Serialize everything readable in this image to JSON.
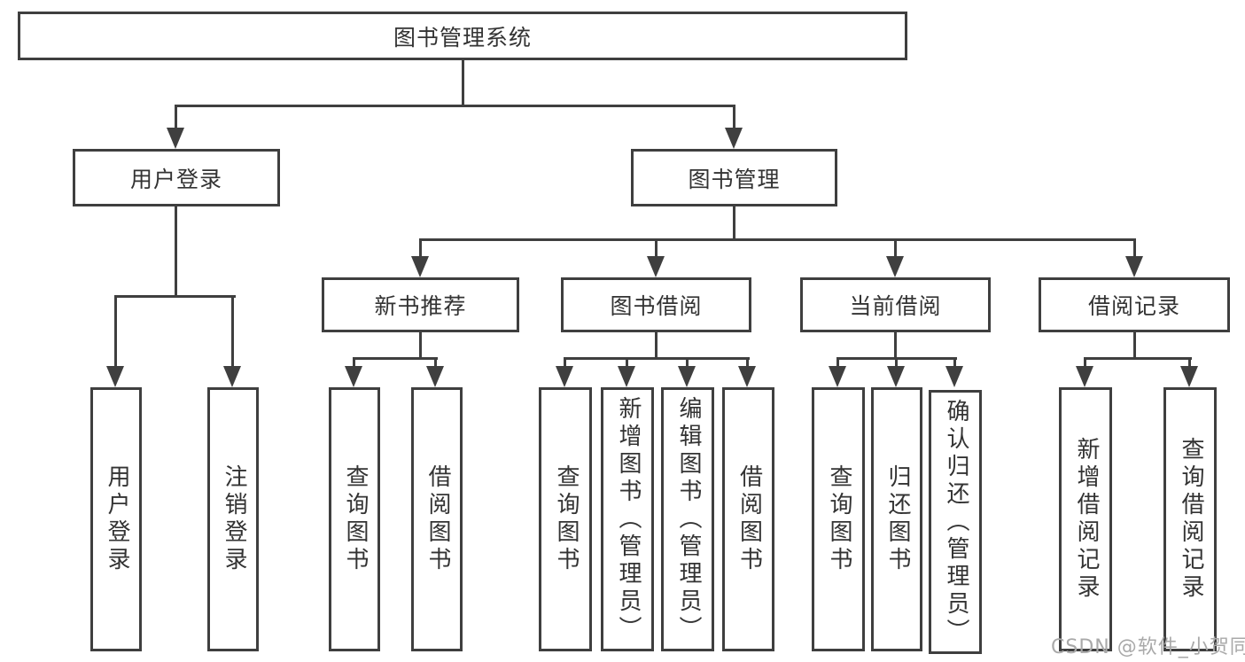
{
  "diagram_title": "图书管理系统",
  "tree": {
    "label": "图书管理系统",
    "children": [
      {
        "label": "用户登录",
        "children": [
          {
            "label": "用户登录"
          },
          {
            "label": "注销登录"
          }
        ]
      },
      {
        "label": "图书管理",
        "children": [
          {
            "label": "新书推荐",
            "children": [
              {
                "label": "查询图书"
              },
              {
                "label": "借阅图书"
              }
            ]
          },
          {
            "label": "图书借阅",
            "children": [
              {
                "label": "查询图书"
              },
              {
                "label": "新增图书（管理员）"
              },
              {
                "label": "编辑图书（管理员）"
              },
              {
                "label": "借阅图书"
              }
            ]
          },
          {
            "label": "当前借阅",
            "children": [
              {
                "label": "查询图书"
              },
              {
                "label": "归还图书"
              },
              {
                "label": "确认归还（管理员）"
              }
            ]
          },
          {
            "label": "借阅记录",
            "children": [
              {
                "label": "新增借阅记录"
              },
              {
                "label": "查询借阅记录"
              }
            ]
          }
        ]
      }
    ]
  },
  "watermark": {
    "text": "CSDN @软件_小贺同学"
  },
  "colors": {
    "line": "#3f3f3f",
    "box_border": "#3f3f3f",
    "text": "#333333",
    "background": "#ffffff",
    "watermark": "#a9a9a9"
  }
}
